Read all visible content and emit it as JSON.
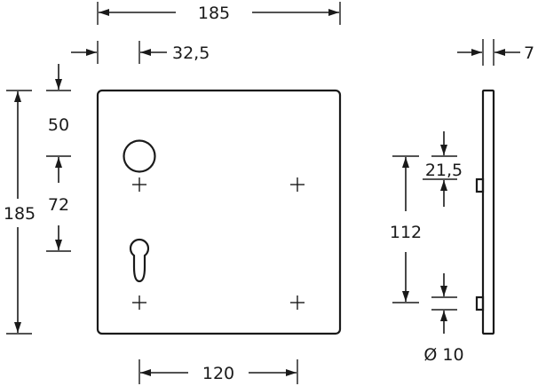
{
  "dimensions": {
    "plate_width": "185",
    "hole_offset_x": "32,5",
    "side_thickness": "7",
    "top_to_knob": "50",
    "knob_to_cylinder": "72",
    "plate_height": "185",
    "side_step": "21,5",
    "side_spacing": "112",
    "mount_spacing_x": "120",
    "hole_diameter": "Ø 10"
  },
  "colors": {
    "line": "#1a1a1a",
    "background": "#ffffff"
  }
}
